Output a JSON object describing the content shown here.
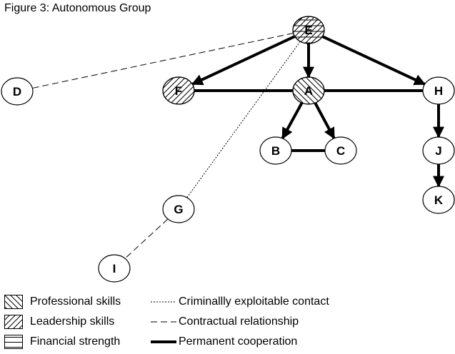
{
  "title": "Figure 3: Autonomous Group",
  "nodes": [
    {
      "id": "E",
      "label": "E",
      "fill": "leadership-financial"
    },
    {
      "id": "D",
      "label": "D",
      "fill": "none"
    },
    {
      "id": "F",
      "label": "F",
      "fill": "leadership"
    },
    {
      "id": "A",
      "label": "A",
      "fill": "professional"
    },
    {
      "id": "H",
      "label": "H",
      "fill": "none"
    },
    {
      "id": "B",
      "label": "B",
      "fill": "none"
    },
    {
      "id": "C",
      "label": "C",
      "fill": "none"
    },
    {
      "id": "J",
      "label": "J",
      "fill": "none"
    },
    {
      "id": "K",
      "label": "K",
      "fill": "none"
    },
    {
      "id": "G",
      "label": "G",
      "fill": "none"
    },
    {
      "id": "I",
      "label": "I",
      "fill": "none"
    }
  ],
  "edges": [
    {
      "from": "E",
      "to": "D",
      "type": "contractual",
      "arrow": false
    },
    {
      "from": "E",
      "to": "G",
      "type": "criminal",
      "arrow": false
    },
    {
      "from": "G",
      "to": "I",
      "type": "contractual",
      "arrow": false
    },
    {
      "from": "F",
      "to": "H",
      "type": "permanent",
      "arrow": false
    },
    {
      "from": "B",
      "to": "C",
      "type": "permanent",
      "arrow": false
    },
    {
      "from": "E",
      "to": "F",
      "type": "permanent",
      "arrow": true
    },
    {
      "from": "E",
      "to": "A",
      "type": "permanent",
      "arrow": true
    },
    {
      "from": "E",
      "to": "H",
      "type": "permanent",
      "arrow": true
    },
    {
      "from": "A",
      "to": "B",
      "type": "permanent",
      "arrow": true
    },
    {
      "from": "A",
      "to": "C",
      "type": "permanent",
      "arrow": true
    },
    {
      "from": "H",
      "to": "J",
      "type": "permanent",
      "arrow": true
    },
    {
      "from": "J",
      "to": "K",
      "type": "permanent",
      "arrow": true
    }
  ],
  "legend": {
    "fills": [
      {
        "key": "professional",
        "label": "Professional skills"
      },
      {
        "key": "leadership",
        "label": "Leadership skills"
      },
      {
        "key": "financial",
        "label": "Financial strength"
      }
    ],
    "lines": [
      {
        "key": "criminal",
        "label": "Criminallly exploitable contact"
      },
      {
        "key": "contractual",
        "label": "Contractual relationship"
      },
      {
        "key": "permanent",
        "label": "Permanent cooperation"
      }
    ]
  }
}
